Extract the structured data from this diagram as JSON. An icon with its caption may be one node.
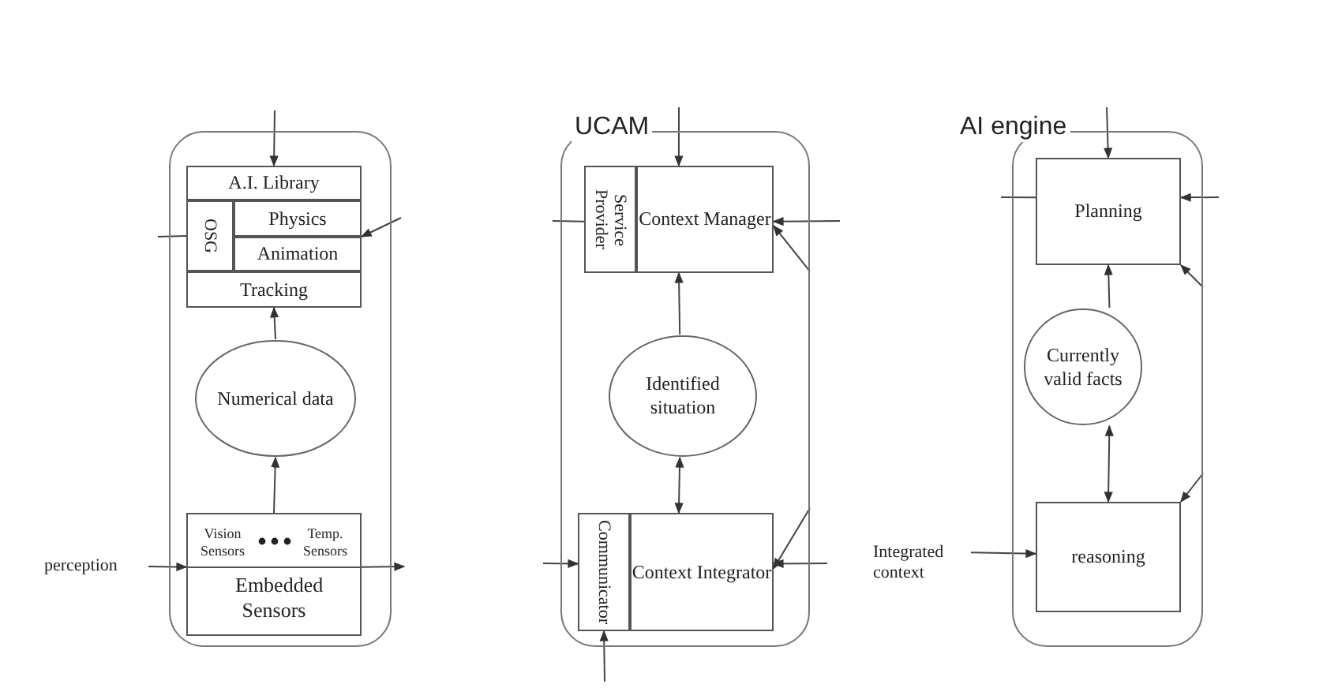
{
  "diagram": {
    "nodes": [
      {
        "text": [],
        "shape": "box"
      },
      {
        "text": [
          "A.I. Library"
        ],
        "in": 0
      },
      {
        "text": [
          "OSG"
        ],
        "in": 0
      },
      {
        "text": [
          "Physics"
        ],
        "in": 0
      },
      {
        "text": [
          "Animation"
        ],
        "in": 0
      },
      {
        "text": [
          "Tracking"
        ],
        "in": 0
      },
      {
        "text": [
          "Numerical data"
        ],
        "in": 0
      },
      {
        "text": [
          "Embedded Sensors"
        ],
        "in": 0
      },
      {
        "text": [
          "Vision Sensors"
        ],
        "in": 7
      },
      {
        "text": [
          "Temp. Sensors"
        ],
        "in": 7
      },
      {
        "text": [
          "UCAM"
        ]
      },
      {
        "text": [
          "Service Provider"
        ],
        "in": 10
      },
      {
        "text": [
          "Context Manager"
        ],
        "in": 10
      },
      {
        "text": [
          "Identified situation"
        ],
        "in": 10
      },
      {
        "text": [
          "Communicator"
        ],
        "in": 10
      },
      {
        "text": [
          "Context Integrator"
        ],
        "in": 10
      },
      {
        "text": [
          "AI engine"
        ]
      },
      {
        "text": [
          "Planning"
        ],
        "in": 16
      },
      {
        "text": [
          "Currently valid facts"
        ],
        "in": 16
      },
      {
        "text": [
          "reasoning"
        ],
        "in": 16
      },
      {
        "text": [
          "perception"
        ]
      },
      {
        "text": [
          "Integrated context"
        ]
      }
    ],
    "edges": [
      {
        "from": null,
        "to": 1,
        "arrow": "to"
      },
      {
        "from": 2,
        "to": null,
        "arrow": "none"
      },
      {
        "from": null,
        "to": 4,
        "arrow": "to"
      },
      {
        "from": 6,
        "to": 5,
        "arrow": "to"
      },
      {
        "from": 7,
        "to": 6,
        "arrow": "to"
      },
      {
        "from": 20,
        "to": 7,
        "arrow": "to"
      },
      {
        "from": 7,
        "to": null,
        "arrow": "to"
      },
      {
        "from": null,
        "to": 12,
        "arrow": "to"
      },
      {
        "from": 11,
        "to": null,
        "arrow": "none"
      },
      {
        "from": null,
        "to": 12,
        "arrow": "to"
      },
      {
        "from": null,
        "to": 12,
        "arrow": "to"
      },
      {
        "from": 13,
        "to": 12,
        "arrow": "to"
      },
      {
        "from": 13,
        "to": 15,
        "arrow": "both"
      },
      {
        "from": null,
        "to": 14,
        "arrow": "to"
      },
      {
        "from": null,
        "to": 14,
        "arrow": "to"
      },
      {
        "from": null,
        "to": 15,
        "arrow": "to"
      },
      {
        "from": null,
        "to": 15,
        "arrow": "to"
      },
      {
        "from": null,
        "to": 17,
        "arrow": "to"
      },
      {
        "from": 17,
        "to": null,
        "arrow": "none"
      },
      {
        "from": null,
        "to": 17,
        "arrow": "to"
      },
      {
        "from": null,
        "to": 17,
        "arrow": "to"
      },
      {
        "from": 18,
        "to": 17,
        "arrow": "to"
      },
      {
        "from": 18,
        "to": 19,
        "arrow": "both"
      },
      {
        "from": 21,
        "to": 19,
        "arrow": "to"
      },
      {
        "from": null,
        "to": 19,
        "arrow": "to"
      }
    ]
  }
}
